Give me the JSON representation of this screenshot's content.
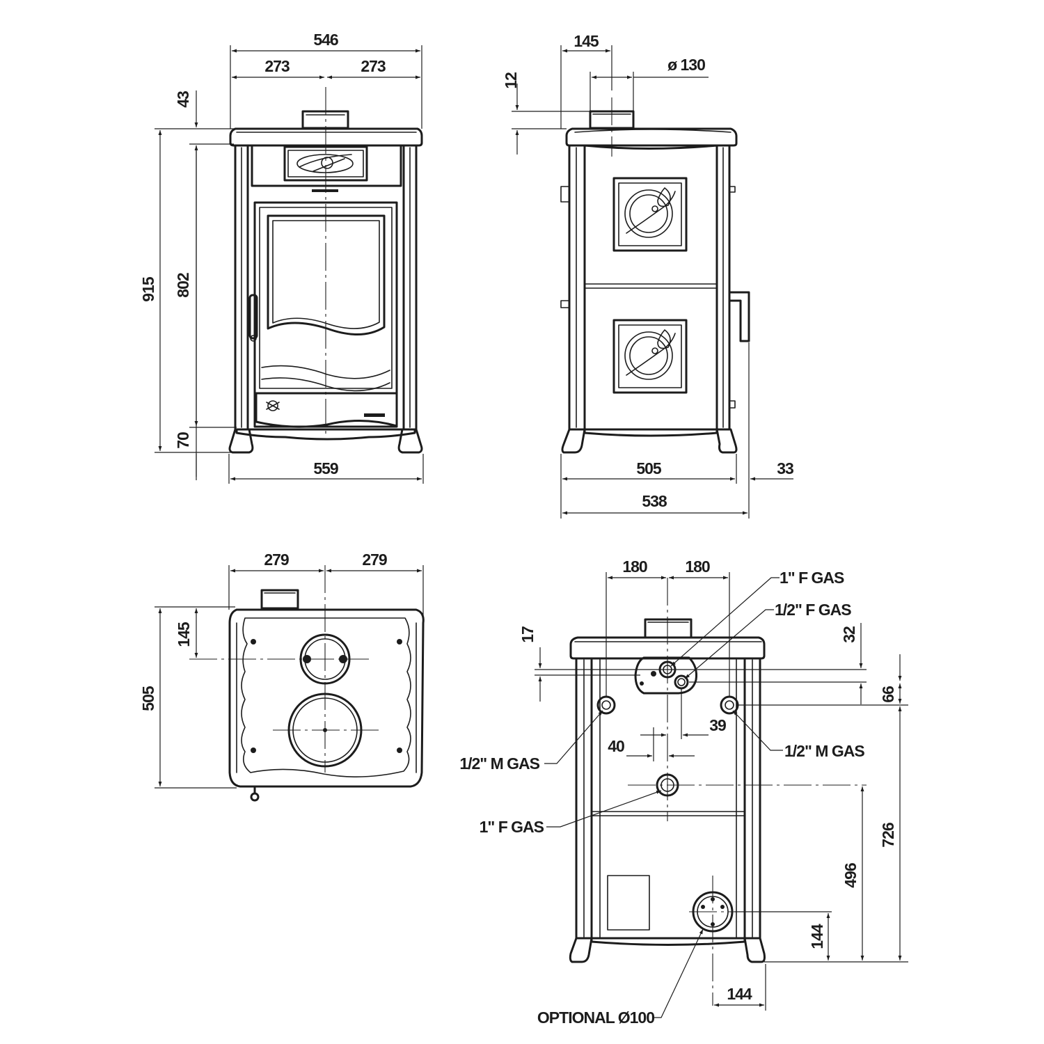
{
  "front_view": {
    "overall_width": "546",
    "half_width_left": "273",
    "half_width_right": "273",
    "top_offset": "43",
    "overall_height": "915",
    "body_height": "802",
    "foot_height": "70",
    "base_width": "559"
  },
  "side_view": {
    "flue_offset": "145",
    "flue_diameter": "ø 130",
    "top_height": "12",
    "body_depth": "505",
    "handle_depth": "33",
    "overall_depth": "538"
  },
  "top_view": {
    "half_width_left": "279",
    "half_width_right": "279",
    "flue_offset": "145",
    "overall_depth": "505"
  },
  "rear_view": {
    "offset_left": "180",
    "offset_right": "180",
    "top_gap": "17",
    "top_offset": "32",
    "fitting_spacing": "66",
    "offset_40": "40",
    "offset_39": "39",
    "height_726": "726",
    "height_496": "496",
    "height_144": "144",
    "width_144": "144",
    "callouts": {
      "f_gas_top": "1\" F GAS",
      "f_gas_half": "1/2\" F GAS",
      "m_gas_left": "1/2\" M GAS",
      "m_gas_right": "1/2\" M GAS",
      "f_gas_lower": "1\" F GAS",
      "optional_outlet": "OPTIONAL Ø100"
    }
  }
}
